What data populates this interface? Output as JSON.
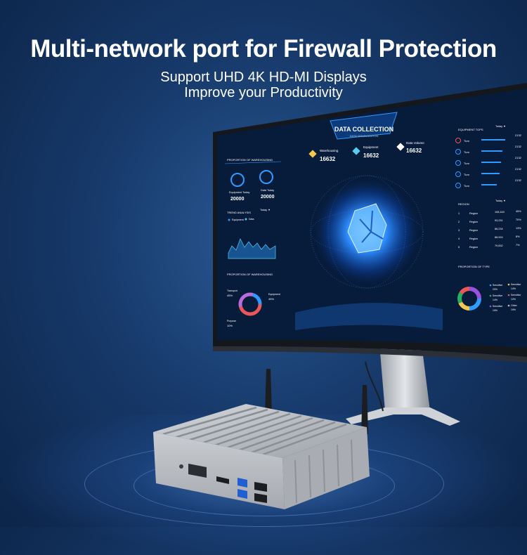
{
  "headline": {
    "title": "Multi-network port for Firewall Protection",
    "line1": "Support UHD 4K HD-MI Displays",
    "line2": "Improve your Productivity"
  },
  "screen": {
    "center_title": "DATA COLLECTION",
    "center_subtitle": "DATA VISUALIZATION",
    "stats": [
      {
        "label": "Warehousing",
        "value": "16632"
      },
      {
        "label": "Equipment",
        "value": "16632"
      },
      {
        "label": "Data Volume",
        "value": "16632"
      }
    ],
    "left_panel": {
      "proportion_title": "PROPORTION OF WAREHOUSING",
      "equipment_today_label": "Equipment Today",
      "equipment_today_value": "20000",
      "data_today_label": "Data Today",
      "data_today_value": "20000",
      "trend_title": "TREND ANALYSIS",
      "trend_filter": "Today ▼",
      "trend_legend": [
        "Equipment",
        "Data"
      ],
      "donut_title": "PROPORTION OF WAREHOUSING",
      "donut_labels": [
        {
          "name": "Transport",
          "pct": "45%"
        },
        {
          "name": "Equipment",
          "pct": "45%"
        },
        {
          "name": "Purpose",
          "pct": "10%"
        }
      ]
    },
    "right_panel": {
      "tops_title": "EQUIPMENT TOPS",
      "tops_filter": "Today ▼",
      "tops_items": [
        {
          "name": "Turn",
          "value": "2132"
        },
        {
          "name": "Turn",
          "value": "2132"
        },
        {
          "name": "Turn",
          "value": "2132"
        },
        {
          "name": "Turn",
          "value": "2132"
        },
        {
          "name": "Turn",
          "value": "2132"
        }
      ],
      "region_title": "REGION",
      "region_filter": "Today ▼",
      "region_rows": [
        {
          "rank": "1",
          "name": "Region",
          "value": "108,163",
          "pct": "45%"
        },
        {
          "rank": "2",
          "name": "Region",
          "value": "93,231",
          "pct": "70%"
        },
        {
          "rank": "3",
          "name": "Region",
          "value": "86,234",
          "pct": "13%"
        },
        {
          "rank": "4",
          "name": "Region",
          "value": "88,924",
          "pct": "8%"
        },
        {
          "rank": "5",
          "name": "Region",
          "value": "79,832",
          "pct": "7%"
        }
      ],
      "type_title": "PROPORTION OF TYPE",
      "type_legend": [
        {
          "name": "Sensitive",
          "pct": "20%"
        },
        {
          "name": "Sensitive",
          "pct": "14%"
        },
        {
          "name": "Sensitive",
          "pct": "14%"
        },
        {
          "name": "Sensitive",
          "pct": "12%"
        },
        {
          "name": "Sensitive",
          "pct": "19%"
        },
        {
          "name": "Other",
          "pct": "19%"
        }
      ]
    }
  },
  "colors": {
    "background": "#173a6b",
    "screen_bg": "#071b3a",
    "accent": "#2f9bff",
    "chassis": "#b9bdc2"
  }
}
